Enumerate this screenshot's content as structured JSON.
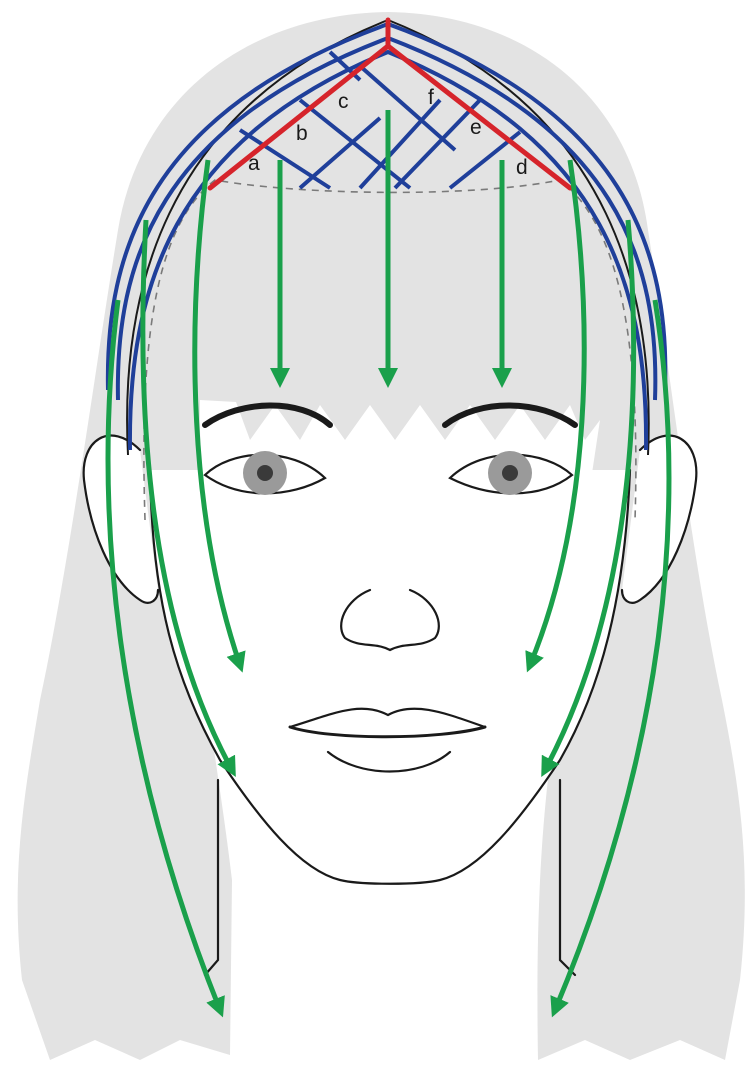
{
  "labels": {
    "a": "a",
    "b": "b",
    "c": "c",
    "d": "d",
    "e": "e",
    "f": "f"
  },
  "colors": {
    "hair": "#e3e3e3",
    "outline": "#1a1a1a",
    "parting_red": "#d6242b",
    "section_blue": "#1f3f9a",
    "direction_green": "#1aa04b",
    "iris": "#9a9a9a"
  }
}
